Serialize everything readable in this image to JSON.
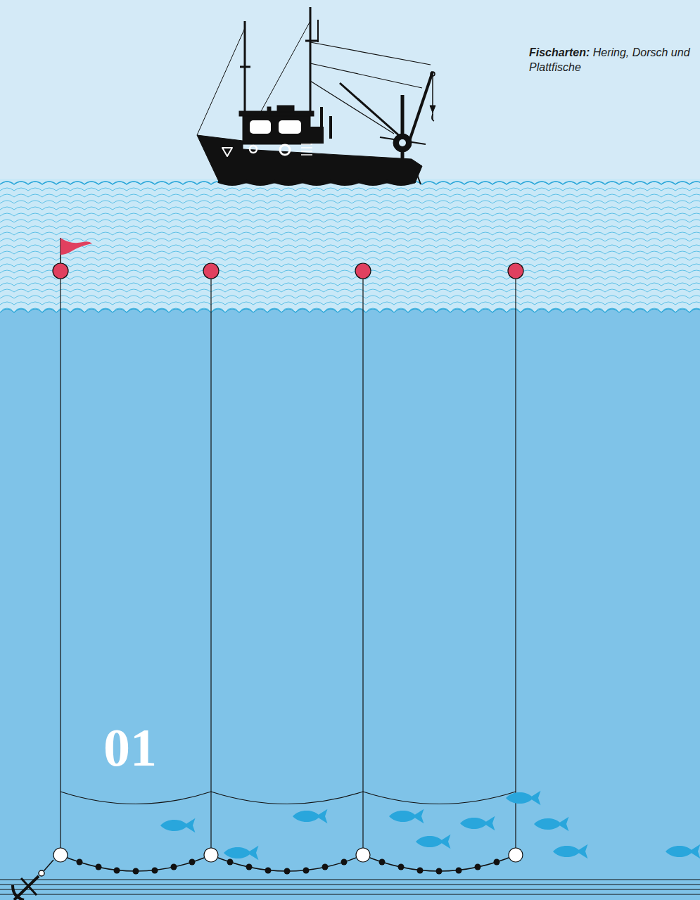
{
  "diagram": {
    "labels": [
      "Fischarten:",
      "Hering, Dorsch und Plattfische",
      "01"
    ]
  }
}
